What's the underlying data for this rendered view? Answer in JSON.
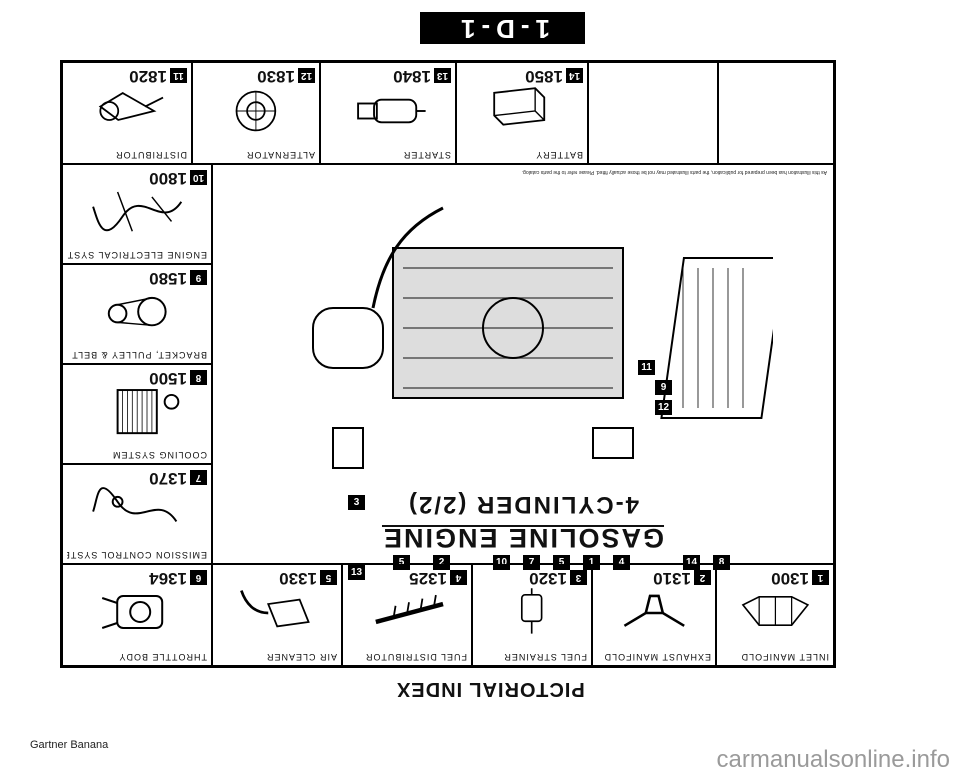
{
  "page_tab": "1-D-1",
  "footer_title": "PICTORIAL INDEX",
  "center": {
    "title": "GASOLINE ENGINE",
    "subtitle": "4-CYLINDER (2/2)",
    "note": "As this illustration has been prepared for publication, the parts illustrated may not be those actually fitted. Please refer to the parts catalog."
  },
  "cells": {
    "c1": {
      "badge": "1",
      "code": "1300",
      "label": "INLET MANIFOLD"
    },
    "c2": {
      "badge": "2",
      "code": "1310",
      "label": "EXHAUST MANIFOLD"
    },
    "c3": {
      "badge": "3",
      "code": "1320",
      "label": "FUEL STRAINER"
    },
    "c4": {
      "badge": "4",
      "code": "1325",
      "label": "FUEL DISTRIBUTOR"
    },
    "c5": {
      "badge": "5",
      "code": "1330",
      "label": "AIR CLEANER"
    },
    "c6": {
      "badge": "6",
      "code": "1364",
      "label": "THROTTLE BODY"
    },
    "c7": {
      "badge": "7",
      "code": "1370",
      "label": "EMISSION CONTROL SYSTEM (INLET SIDE)"
    },
    "c8": {
      "badge": "8",
      "code": "1500",
      "label": "COOLING SYSTEM"
    },
    "c9": {
      "badge": "9",
      "code": "1580",
      "label": "BRACKET, PULLEY & BELT"
    },
    "c10": {
      "badge": "10",
      "code": "1800",
      "label": "ENGINE ELECTRICAL SYSTEM"
    },
    "c11": {
      "badge": "11",
      "code": "1820",
      "label": "DISTRIBUTOR"
    },
    "c12": {
      "badge": "12",
      "code": "1830",
      "label": "ALTERNATOR"
    },
    "c13": {
      "badge": "13",
      "code": "1840",
      "label": "STARTER"
    },
    "c14": {
      "badge": "14",
      "code": "1850",
      "label": "BATTERY"
    }
  },
  "callouts": [
    "8",
    "14",
    "4",
    "1",
    "5",
    "7",
    "10",
    "2",
    "5",
    "13",
    "3",
    "12",
    "9",
    "11"
  ],
  "credit": "Gartner Banana",
  "watermark": "carmanualsonline.info"
}
